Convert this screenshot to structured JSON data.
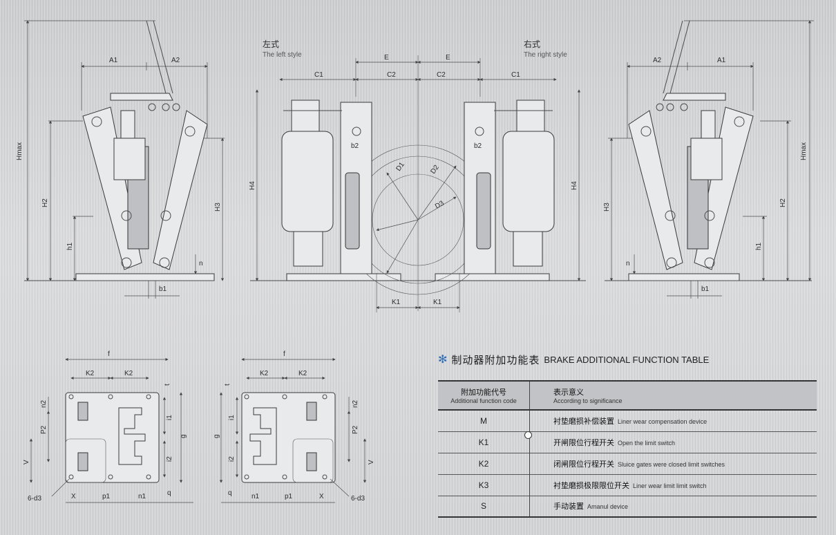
{
  "styles": {
    "left": {
      "cn": "左式",
      "en": "The left style"
    },
    "right": {
      "cn": "右式",
      "en": "The right style"
    }
  },
  "labels": {
    "A1": "A1",
    "A2": "A2",
    "C1": "C1",
    "C2": "C2",
    "E": "E",
    "Hmax": "Hmax",
    "H2": "H2",
    "H3": "H3",
    "H4": "H4",
    "h1": "h1",
    "n": "n",
    "b1": "b1",
    "b2": "b2",
    "D1": "D1",
    "D2": "D2",
    "D3": "D3",
    "K1": "K1",
    "f": "f",
    "K2": "K2",
    "n2": "n2",
    "P2": "P2",
    "i1": "i1",
    "i2": "i2",
    "g": "g",
    "V": "V",
    "X": "X",
    "p1": "p1",
    "n1": "n1",
    "q": "q",
    "t": "t",
    "d3": "6-d3"
  },
  "table": {
    "title_cn": "制动器附加功能表",
    "title_en": "BRAKE ADDITIONAL FUNCTION TABLE",
    "header": {
      "code_cn": "附加功能代号",
      "code_en": "Additional function code",
      "meaning_cn": "表示意义",
      "meaning_en": "According to significance"
    },
    "rows": [
      {
        "code": "M",
        "cn": "衬垫磨损补偿装置",
        "en": "Liner wear compensation device"
      },
      {
        "code": "K1",
        "cn": "开闸限位行程开关",
        "en": "Open the limit switch"
      },
      {
        "code": "K2",
        "cn": "闭闸限位行程开关",
        "en": "Sluice gates were closed limit switches"
      },
      {
        "code": "K3",
        "cn": "衬垫磨损极限限位开关",
        "en": "Liner wear limit limit switch"
      },
      {
        "code": "S",
        "cn": "手动装置",
        "en": "Amanul device"
      }
    ]
  }
}
